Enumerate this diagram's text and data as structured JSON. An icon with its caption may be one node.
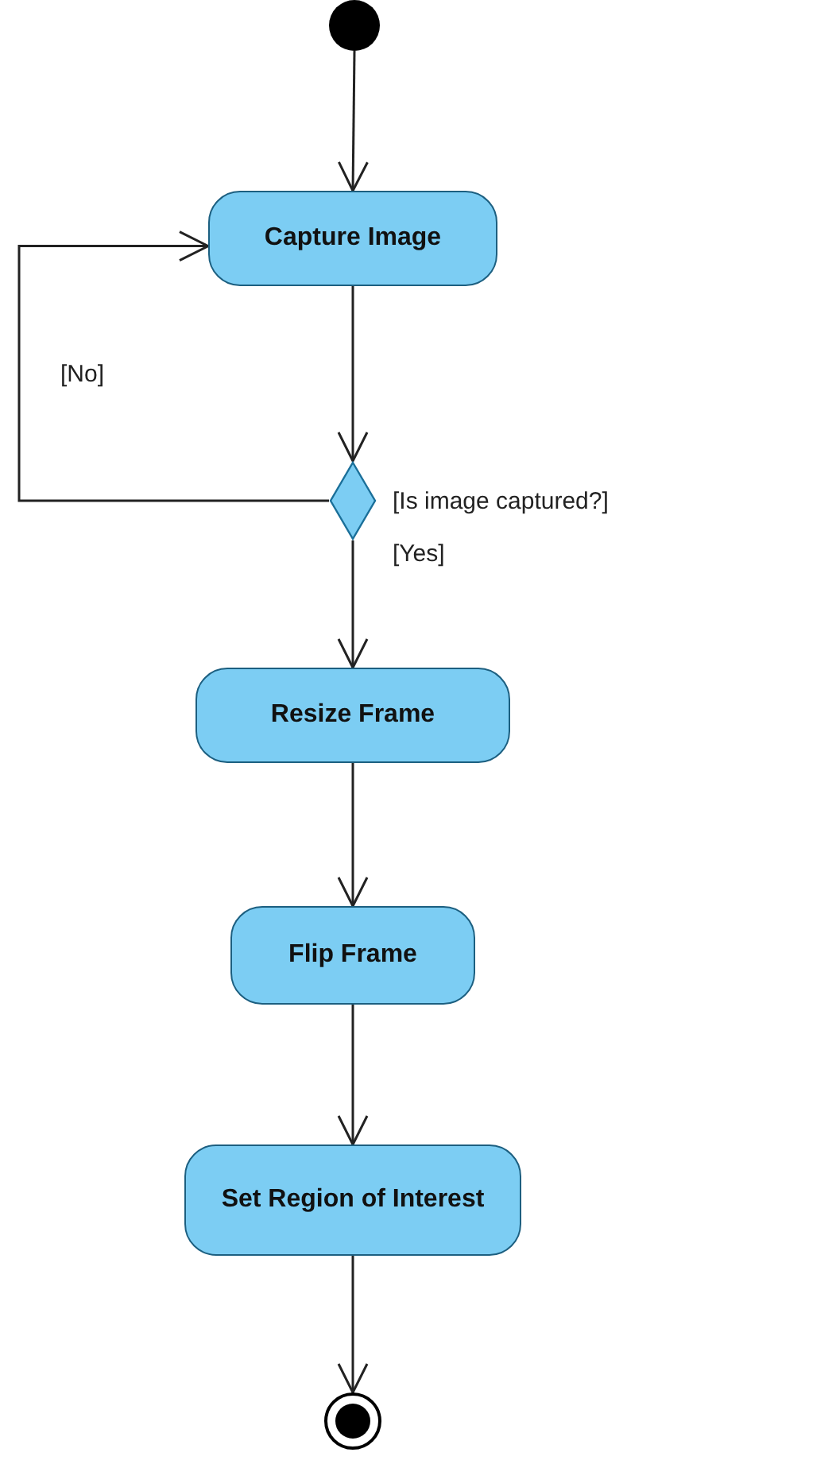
{
  "diagram": {
    "nodes": [
      {
        "text": [],
        "shape": "circle"
      },
      {
        "text": [
          "Capture Image"
        ]
      },
      {
        "text": [],
        "shape": "diamond",
        "beside": [
          "[Is image captured?]"
        ]
      },
      {
        "text": [
          "Resize Frame"
        ]
      },
      {
        "text": [
          "Flip Frame"
        ]
      },
      {
        "text": [
          "Set Region of Interest"
        ]
      },
      {
        "text": [],
        "shape": "circle"
      }
    ],
    "edges": [
      {
        "from": 0,
        "to": 1,
        "arrow": "to"
      },
      {
        "from": 1,
        "to": 2,
        "arrow": "to"
      },
      {
        "from": 2,
        "to": 1,
        "arrow": "to",
        "label": "[No]"
      },
      {
        "from": 2,
        "to": 3,
        "arrow": "to",
        "label": "[Yes]"
      },
      {
        "from": 3,
        "to": 4,
        "arrow": "to"
      },
      {
        "from": 4,
        "to": 5,
        "arrow": "to"
      },
      {
        "from": 5,
        "to": 6,
        "arrow": "to"
      }
    ]
  }
}
